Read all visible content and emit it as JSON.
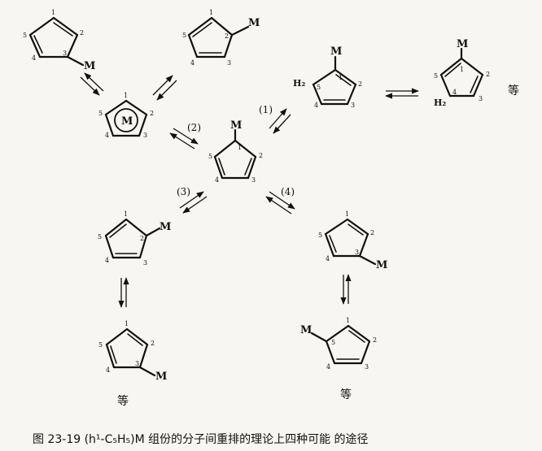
{
  "labels": {
    "metal": "M",
    "h2": "H₂",
    "deng": "等",
    "ring_numbers": [
      "1",
      "2",
      "3",
      "4",
      "5"
    ]
  },
  "pathways": {
    "p1": "(1)",
    "p2": "(2)",
    "p3": "(3)",
    "p4": "(4)"
  },
  "caption": "图 23-19    (h¹-C₅H₅)M 组份的分子间重排的理论上四种可能 的途径"
}
